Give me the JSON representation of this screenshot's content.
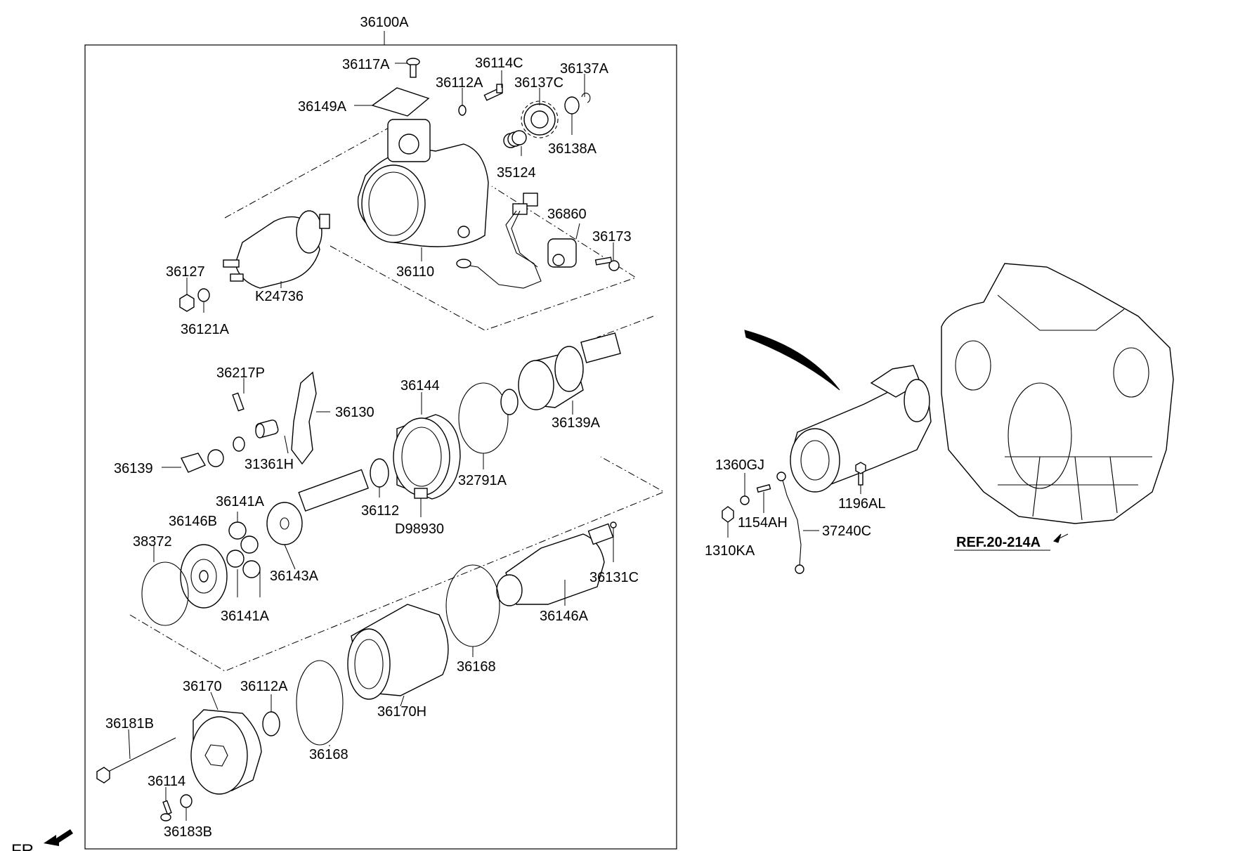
{
  "assembly": {
    "label": "36100A"
  },
  "parts": {
    "p36117A": "36117A",
    "p36114C": "36114C",
    "p36137A": "36137A",
    "p36112A_top": "36112A",
    "p36137C": "36137C",
    "p36149A": "36149A",
    "p36138A": "36138A",
    "p35124": "35124",
    "p36860": "36860",
    "p36173": "36173",
    "p36127": "36127",
    "p36110": "36110",
    "pK24736": "K24736",
    "p36121A": "36121A",
    "p36217P": "36217P",
    "p36144": "36144",
    "p36130": "36130",
    "p36139A": "36139A",
    "p36139": "36139",
    "p31361H": "31361H",
    "p32791A": "32791A",
    "p36141A_top": "36141A",
    "p36112": "36112",
    "p36146B": "36146B",
    "pD98930": "D98930",
    "p38372": "38372",
    "p36143A": "36143A",
    "p36131C": "36131C",
    "p36141A_bottom": "36141A",
    "p36146A": "36146A",
    "p36168_right": "36168",
    "p36170": "36170",
    "p36112A_bottom": "36112A",
    "p36170H": "36170H",
    "p36181B": "36181B",
    "p36168_left": "36168",
    "p36114": "36114",
    "p36183B": "36183B",
    "p1360GJ": "1360GJ",
    "p1196AL": "1196AL",
    "p1154AH": "1154AH",
    "p37240C": "37240C",
    "p1310KA": "1310KA"
  },
  "reference": {
    "label": "REF.20-214A"
  },
  "direction": {
    "label": "FR."
  }
}
